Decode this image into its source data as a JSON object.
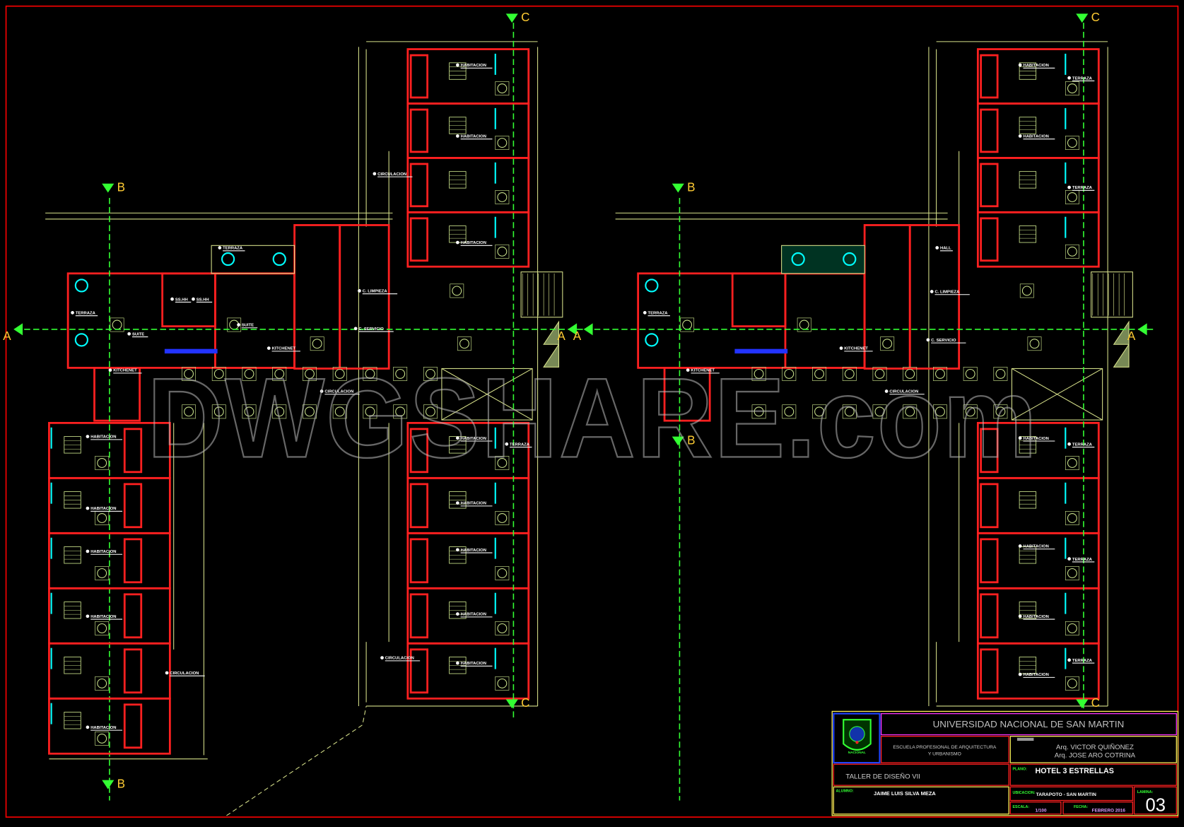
{
  "drawing": {
    "axes": {
      "a": "A",
      "b": "B",
      "c": "C"
    },
    "watermark": "DWGSHARE.com",
    "colors": {
      "background": "#000000",
      "walls": "#ff2020",
      "axis": "#33ff33",
      "dims": "#d6e08a",
      "furniture": "#c8e08a",
      "sanitary": "#00ffff",
      "frame": "#ff0000"
    }
  },
  "plan_left": {
    "labels": [
      "HABITACION",
      "HABITACION",
      "HABITACION",
      "HABITACION",
      "HABITACION",
      "HABITACION",
      "HABITACION",
      "HABITACION",
      "HABITACION",
      "HABITACION",
      "HABITACION",
      "HABITACION",
      "HABITACION",
      "TERRAZA",
      "TERRAZA",
      "TERRAZA",
      "SS.HH",
      "SS.HH",
      "SUITE",
      "SUITE",
      "KITCHENET",
      "KITCHENET",
      "C. LIMPIEZA",
      "C. SERVICIO",
      "CIRCULACION",
      "CIRCULACION",
      "CIRCULACION",
      "CIRCULACION"
    ]
  },
  "plan_right": {
    "labels": [
      "HABITACION",
      "HABITACION",
      "HABITACION",
      "HABITACION",
      "HABITACION",
      "HABITACION",
      "TERRAZA",
      "TERRAZA",
      "TERRAZA",
      "TERRAZA",
      "TERRAZA",
      "TERRAZA",
      "KITCHENET",
      "KITCHENET",
      "C. LIMPIEZA",
      "C. SERVICIO",
      "CIRCULACION",
      "HALL"
    ]
  },
  "title_block": {
    "university": "UNIVERSIDAD NACIONAL DE SAN MARTIN",
    "school_line1": "ESCUELA PROFESIONAL DE ARQUITECTURA",
    "school_line2": "Y URBANISMO",
    "architect1": "Arq. VICTOR QUIÑONEZ",
    "architect2": "Arq. JOSE ARO COTRINA",
    "course": "TALLER DE DISEÑO VII",
    "plano_key": "PLANO:",
    "plano": "HOTEL 3 ESTRELLAS",
    "alumno_key": "ALUMNO:",
    "alumno": "JAIME LUIS SILVA MEZA",
    "ubicacion_key": "UBICACION:",
    "ubicacion": "TARAPOTO - SAN MARTIN",
    "escala_key": "ESCALA:",
    "escala": "1/100",
    "fecha_key": "FECHA:",
    "fecha": "FEBRERO 2016",
    "lamina_key": "LAMINA:",
    "lamina": "03",
    "logo_text": "NACIONAL"
  }
}
